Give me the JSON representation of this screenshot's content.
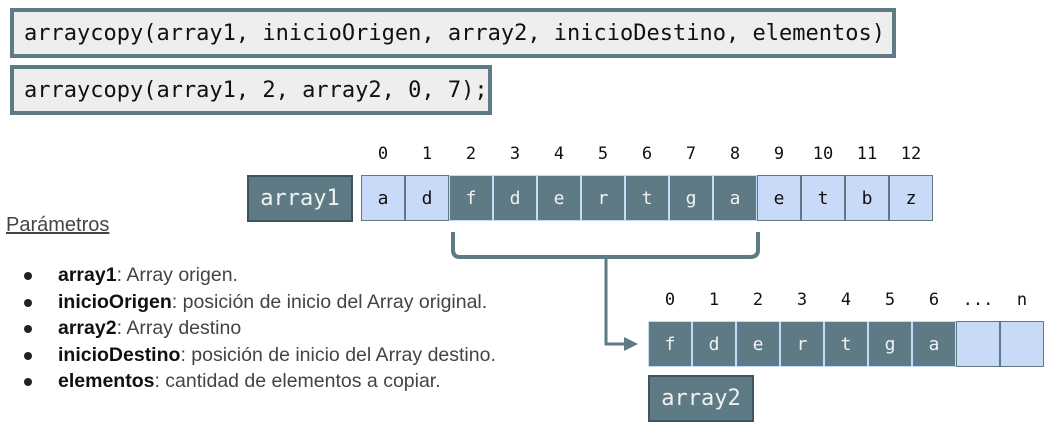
{
  "code": {
    "signature": "arraycopy(array1, inicioOrigen, array2, inicioDestino, elementos)",
    "call": "arraycopy(array1, 2, array2, 0, 7);"
  },
  "array1": {
    "label": "array1",
    "indices": [
      "0",
      "1",
      "2",
      "3",
      "4",
      "5",
      "6",
      "7",
      "8",
      "9",
      "10",
      "11",
      "12"
    ],
    "values": [
      "a",
      "d",
      "f",
      "d",
      "e",
      "r",
      "t",
      "g",
      "a",
      "e",
      "t",
      "b",
      "z"
    ],
    "copied_from": 2,
    "copied_count": 7
  },
  "array2": {
    "label": "array2",
    "indices": [
      "0",
      "1",
      "2",
      "3",
      "4",
      "5",
      "6",
      "...",
      "n"
    ],
    "values": [
      "f",
      "d",
      "e",
      "r",
      "t",
      "g",
      "a",
      "",
      ""
    ],
    "filled_count": 7
  },
  "params": {
    "title": "Parámetros",
    "items": [
      {
        "name": "array1",
        "desc": ": Array origen."
      },
      {
        "name": "inicioOrigen",
        "desc": ": posición de inicio del Array original."
      },
      {
        "name": "array2",
        "desc": ": Array destino"
      },
      {
        "name": "inicioDestino",
        "desc": ": posición de inicio del Array destino."
      },
      {
        "name": "elementos",
        "desc": ": cantidad de elementos a copiar."
      }
    ]
  },
  "colors": {
    "accent": "#5d7a85",
    "highlight": "#c9daf8",
    "code_bg": "#eeeeee"
  }
}
